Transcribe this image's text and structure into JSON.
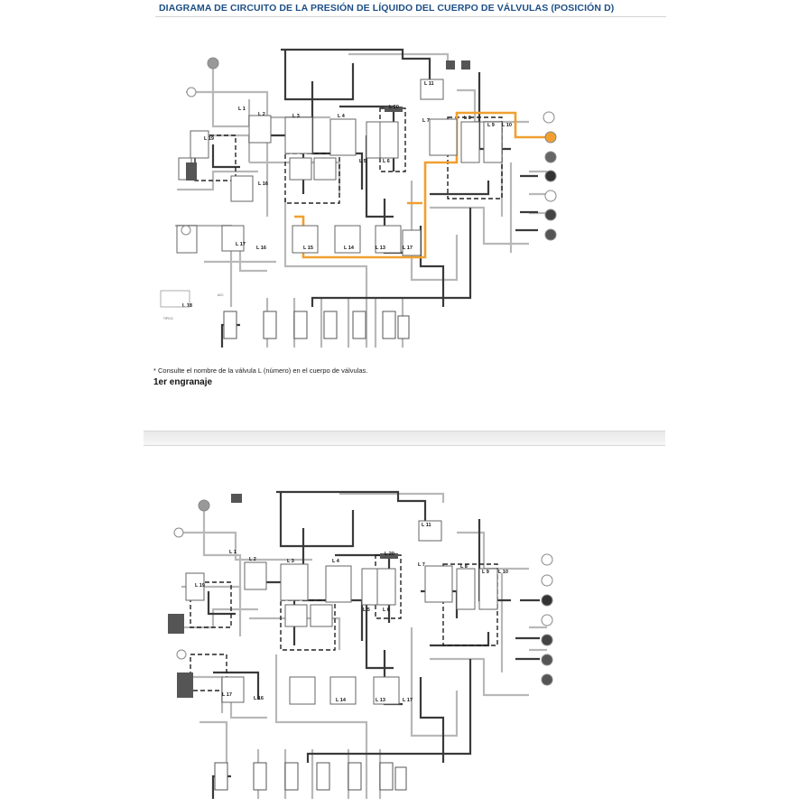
{
  "page": {
    "title": "DIAGRAMA DE CIRCUITO DE LA PRESIÓN DE LÍQUIDO DEL CUERPO DE VÁLVULAS (POSICIÓN D)",
    "note": "* Consulte el nombre de la válvula L (número) en el cuerpo de válvulas.",
    "subtitle": "1er engranaje"
  },
  "diagram_top": {
    "type_label": "TIPO D",
    "valve_labels": [
      "L 1",
      "L 2",
      "L 3",
      "L 4",
      "L 5",
      "L 6",
      "L 7",
      "L 8",
      "L 9",
      "L 10",
      "L 11",
      "L 13",
      "L 14",
      "L 15",
      "L 16",
      "L 17",
      "L 18",
      "L 19",
      "L 20"
    ],
    "highlight_color": "#f0a030"
  },
  "diagram_bottom": {
    "valve_labels": [
      "L 1",
      "L 2",
      "L 3",
      "L 4",
      "L 5",
      "L 6",
      "L 7",
      "L 8",
      "L 9",
      "L 10",
      "L 11",
      "L 13",
      "L 14",
      "L 16",
      "L 17",
      "L 19",
      "L 20"
    ]
  },
  "colors": {
    "title": "#1d4f86",
    "line_dark": "#3a3a3a",
    "line_light": "#b5b5b5",
    "highlight": "#f0a030"
  }
}
